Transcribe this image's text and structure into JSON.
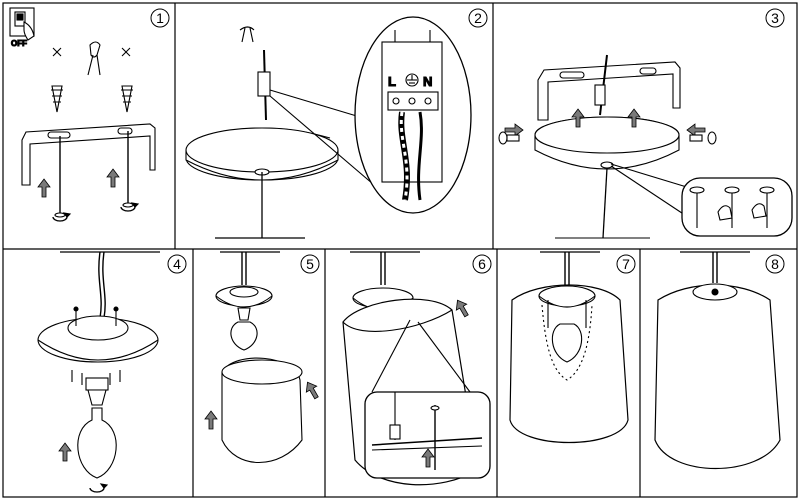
{
  "steps": [
    {
      "number": "1"
    },
    {
      "number": "2"
    },
    {
      "number": "3"
    },
    {
      "number": "4"
    },
    {
      "number": "5"
    },
    {
      "number": "6"
    },
    {
      "number": "7"
    },
    {
      "number": "8"
    }
  ],
  "switch_label": "OFF",
  "terminal_labels": {
    "live": "L",
    "neutral": "N"
  },
  "colors": {
    "line": "#000000",
    "arrow_fill": "#7a7a7a",
    "background": "#ffffff",
    "panel_border": "#000000"
  }
}
